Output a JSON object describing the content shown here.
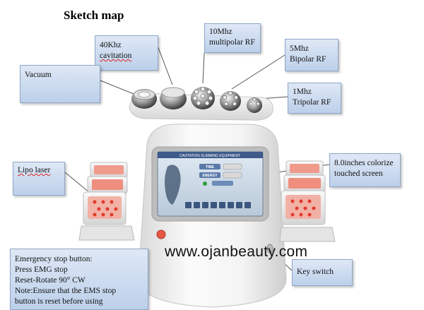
{
  "title": "Sketch map",
  "website": "www.ojanbeauty.com",
  "labels": {
    "cavitation": [
      "40Khz",
      "cavitation"
    ],
    "multipolar": [
      "10Mhz",
      "multipolar RF"
    ],
    "bipolar": [
      "5Mhz",
      "Bipolar RF"
    ],
    "tripolar": [
      "1Mhz",
      "Tripolar RF"
    ],
    "vacuum": [
      "Vacuum"
    ],
    "lipo": [
      "Lipo laser"
    ],
    "screen": [
      "8.0inches  colorize",
      "touched screen"
    ],
    "emergency": [
      "Emergency stop button:",
      "Press EMG stop",
      "Reset-Rotate 90°  CW",
      "Note:Ensure that the EMS stop",
      "button is reset before using"
    ],
    "key": [
      "Key switch"
    ]
  },
  "screen": {
    "header": "CAVITATION SLIMMING EQUIPMENT",
    "time_label": "TIME",
    "energy_label": "ENERGY"
  },
  "colors": {
    "callout_fill": "#c9d9ef",
    "callout_border": "#8ea6c8",
    "laser_red": "#e03a2c",
    "body": "#f2f2f2"
  }
}
